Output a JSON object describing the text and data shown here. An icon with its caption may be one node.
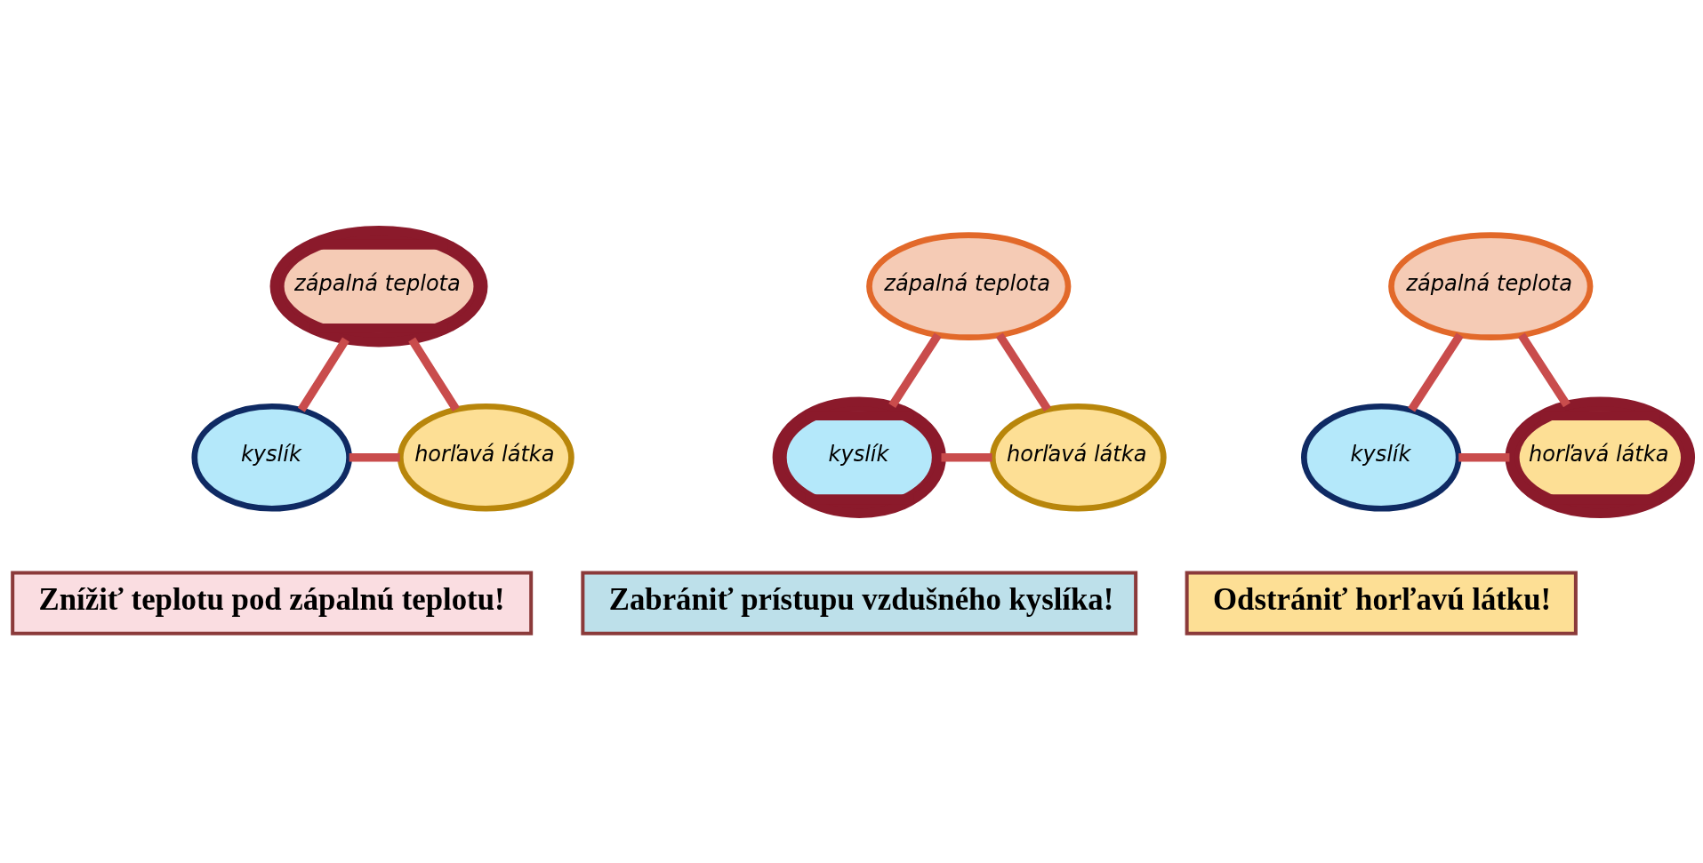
{
  "diagram": {
    "nodes": [
      {
        "text": [
          "zápalná teplota"
        ]
      },
      {
        "text": [
          "kyslík"
        ]
      },
      {
        "text": [
          "horľavá látka"
        ]
      },
      {
        "text": [
          "Znížiť teplotu pod zápalnú teplotu!"
        ]
      },
      {
        "text": [
          "zápalná teplota"
        ]
      },
      {
        "text": [
          "kyslík"
        ]
      },
      {
        "text": [
          "horľavá látka"
        ]
      },
      {
        "text": [
          "Zabrániť prístupu vzdušného kyslíka!"
        ]
      },
      {
        "text": [
          "zápalná teplota"
        ]
      },
      {
        "text": [
          "kyslík"
        ]
      },
      {
        "text": [
          "horľavá látka"
        ]
      },
      {
        "text": [
          "Odstrániť horľavú látku!"
        ]
      }
    ],
    "edges": [
      {
        "from": 0,
        "to": 1,
        "arrow": "none"
      },
      {
        "from": 0,
        "to": 2,
        "arrow": "none"
      },
      {
        "from": 1,
        "to": 2,
        "arrow": "none"
      },
      {
        "from": 4,
        "to": 5,
        "arrow": "none"
      },
      {
        "from": 4,
        "to": 6,
        "arrow": "none"
      },
      {
        "from": 5,
        "to": 6,
        "arrow": "none"
      },
      {
        "from": 8,
        "to": 9,
        "arrow": "none"
      },
      {
        "from": 8,
        "to": 10,
        "arrow": "none"
      },
      {
        "from": 9,
        "to": 10,
        "arrow": "none"
      }
    ]
  }
}
